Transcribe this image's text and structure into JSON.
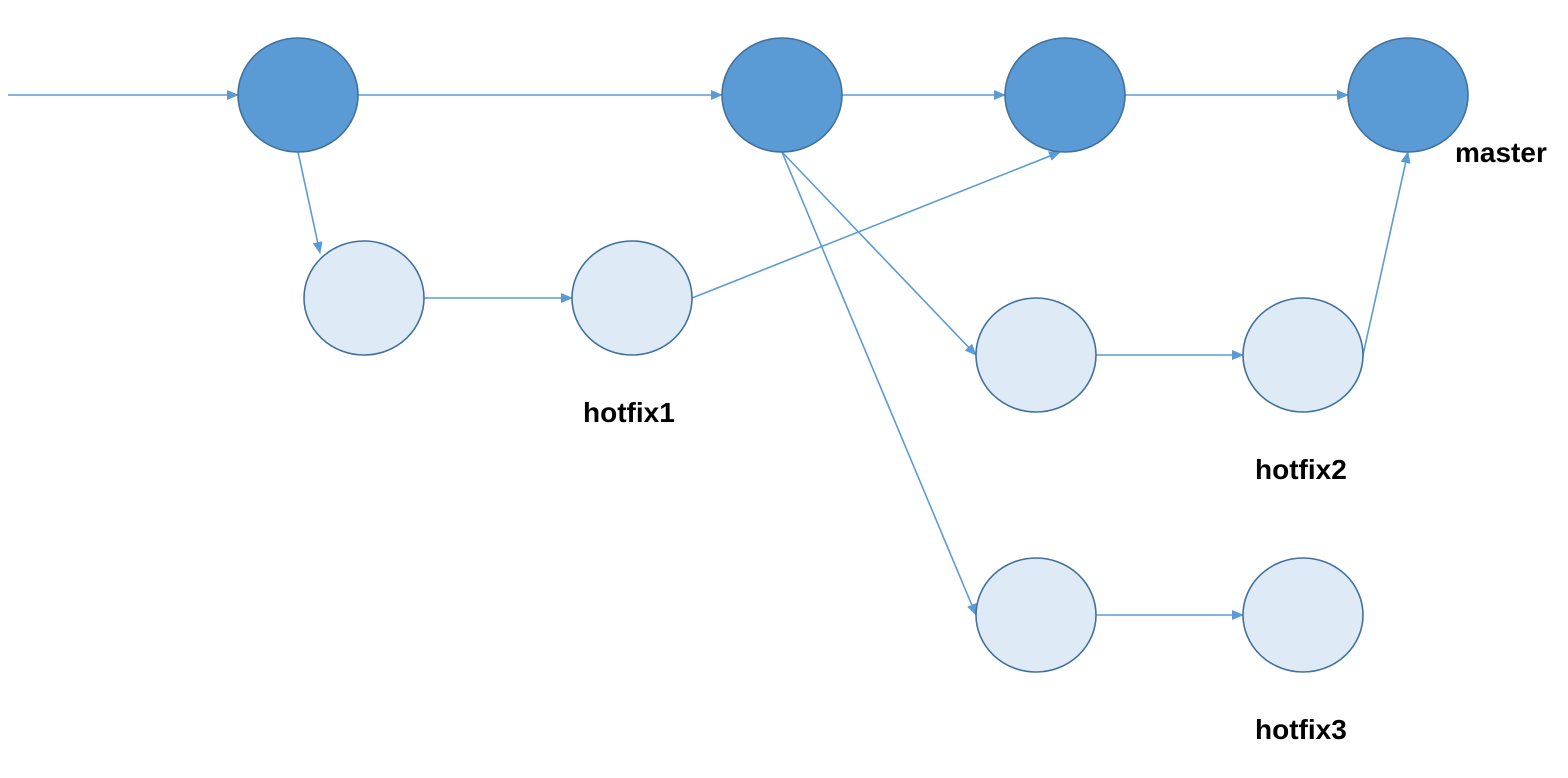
{
  "colors": {
    "master_commit_fill": "#5b9bd5",
    "branch_commit_fill": "#deebf7",
    "node_stroke": "#41719c",
    "edge_color": "#5b9bd5",
    "label_color": "#000000"
  },
  "branches": {
    "master": {
      "label": "master"
    },
    "hotfix1": {
      "label": "hotfix1"
    },
    "hotfix2": {
      "label": "hotfix2"
    },
    "hotfix3": {
      "label": "hotfix3"
    }
  },
  "commits": [
    {
      "id": "m1",
      "branch": "master"
    },
    {
      "id": "m2",
      "branch": "master"
    },
    {
      "id": "m3",
      "branch": "master"
    },
    {
      "id": "m4",
      "branch": "master"
    },
    {
      "id": "h1a",
      "branch": "hotfix1"
    },
    {
      "id": "h1b",
      "branch": "hotfix1"
    },
    {
      "id": "h2a",
      "branch": "hotfix2"
    },
    {
      "id": "h2b",
      "branch": "hotfix2"
    },
    {
      "id": "h3a",
      "branch": "hotfix3"
    },
    {
      "id": "h3b",
      "branch": "hotfix3"
    }
  ],
  "edges": [
    {
      "from": "start",
      "to": "m1"
    },
    {
      "from": "m1",
      "to": "m2"
    },
    {
      "from": "m2",
      "to": "m3"
    },
    {
      "from": "m3",
      "to": "m4"
    },
    {
      "from": "m1",
      "to": "h1a"
    },
    {
      "from": "h1a",
      "to": "h1b"
    },
    {
      "from": "h1b",
      "to": "m3"
    },
    {
      "from": "m2",
      "to": "h2a"
    },
    {
      "from": "h2a",
      "to": "h2b"
    },
    {
      "from": "h2b",
      "to": "m4"
    },
    {
      "from": "m2",
      "to": "h3a"
    },
    {
      "from": "h3a",
      "to": "h3b"
    }
  ]
}
